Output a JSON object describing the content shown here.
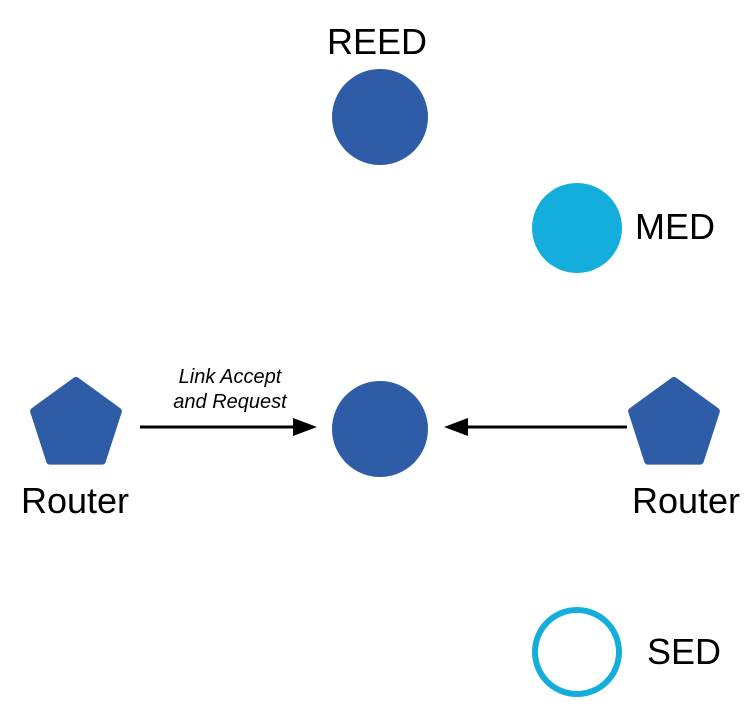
{
  "nodes": {
    "reed": {
      "label": "REED",
      "shape": "circle",
      "style": "filled-blue"
    },
    "med": {
      "label": "MED",
      "shape": "circle",
      "style": "filled-cyan"
    },
    "center": {
      "label": "",
      "shape": "circle",
      "style": "filled-blue"
    },
    "router_left": {
      "label": "Router",
      "shape": "pentagon",
      "style": "filled-blue"
    },
    "router_right": {
      "label": "Router",
      "shape": "pentagon",
      "style": "filled-blue"
    },
    "sed": {
      "label": "SED",
      "shape": "circle",
      "style": "outlined-cyan"
    }
  },
  "edges": [
    {
      "from": "router_left",
      "to": "center",
      "label_line1": "Link Accept",
      "label_line2": "and Request"
    },
    {
      "from": "router_right",
      "to": "center",
      "label_line1": "",
      "label_line2": ""
    }
  ],
  "colors": {
    "node_blue": "#2E5CA6",
    "node_cyan": "#13AEDB",
    "edge_black": "#000000",
    "label_black": "#000000",
    "bg": "#FFFFFF"
  }
}
